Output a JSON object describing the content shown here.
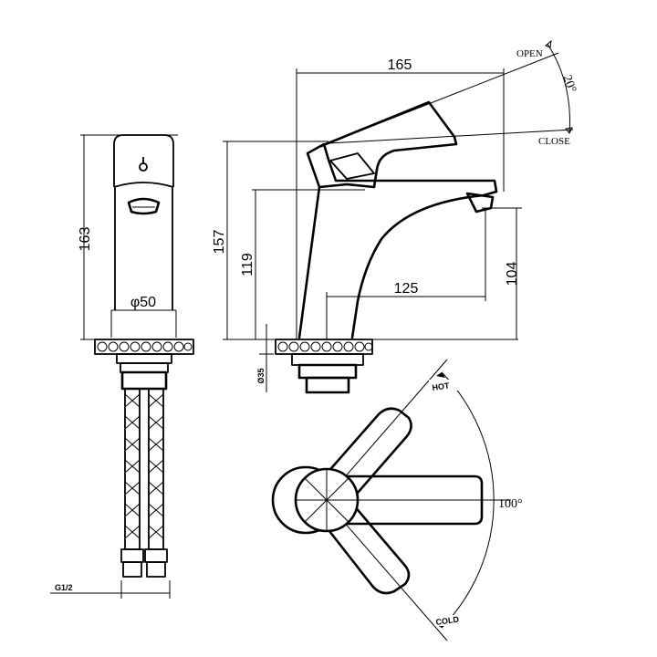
{
  "dimensions": {
    "height_total": "163",
    "base_diameter": "φ50",
    "body_height": "157",
    "spout_clearance": "119",
    "overall_length": "165",
    "spout_reach": "125",
    "aerator_height": "104",
    "deck_thickness": "Ø35"
  },
  "labels": {
    "open": "OPEN",
    "close": "CLOSE",
    "lever_angle": "20°",
    "rotation_angle": "100°",
    "hot": "HOT",
    "cold": "COLD",
    "hose_thread": "G1/2"
  },
  "colors": {
    "line": "#000000",
    "background": "#ffffff"
  }
}
